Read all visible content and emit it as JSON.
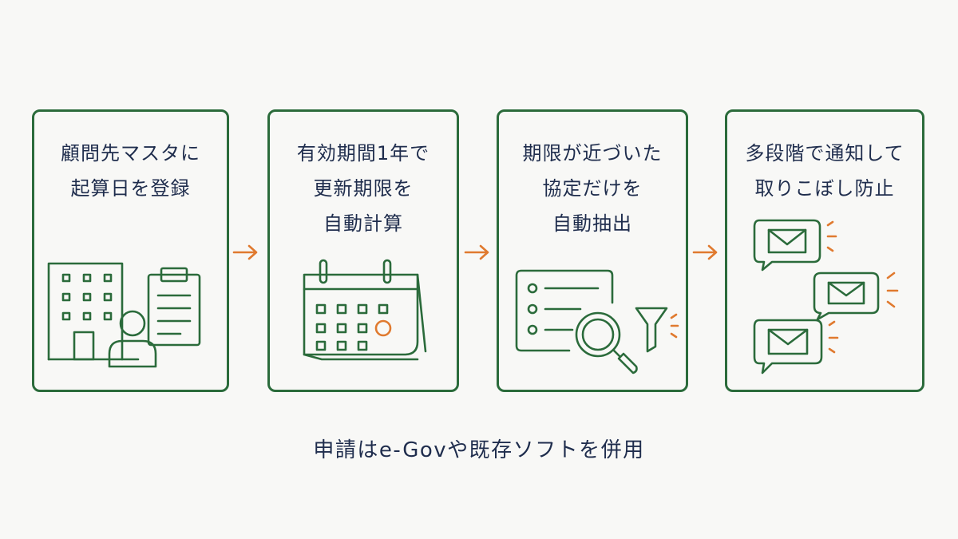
{
  "steps": [
    {
      "lines": [
        "顧問先マスタに",
        "起算日を登録"
      ]
    },
    {
      "lines": [
        "有効期間1年で",
        "更新期限を",
        "自動計算"
      ]
    },
    {
      "lines": [
        "期限が近づいた",
        "協定だけを",
        "自動抽出"
      ]
    },
    {
      "lines": [
        "多段階で通知して",
        "取りこぼし防止"
      ]
    }
  ],
  "icons": [
    "office-building-icon",
    "user-icon",
    "clipboard-icon",
    "calendar-icon",
    "list-icon",
    "magnifier-icon",
    "filter-icon",
    "mail-icon"
  ],
  "footer": "申請はe-Govや既存ソフトを併用",
  "colors": {
    "card_border": "#2b6b3b",
    "accent": "#e07a2f",
    "text": "#1f2d4d",
    "background": "#f8f8f6"
  }
}
